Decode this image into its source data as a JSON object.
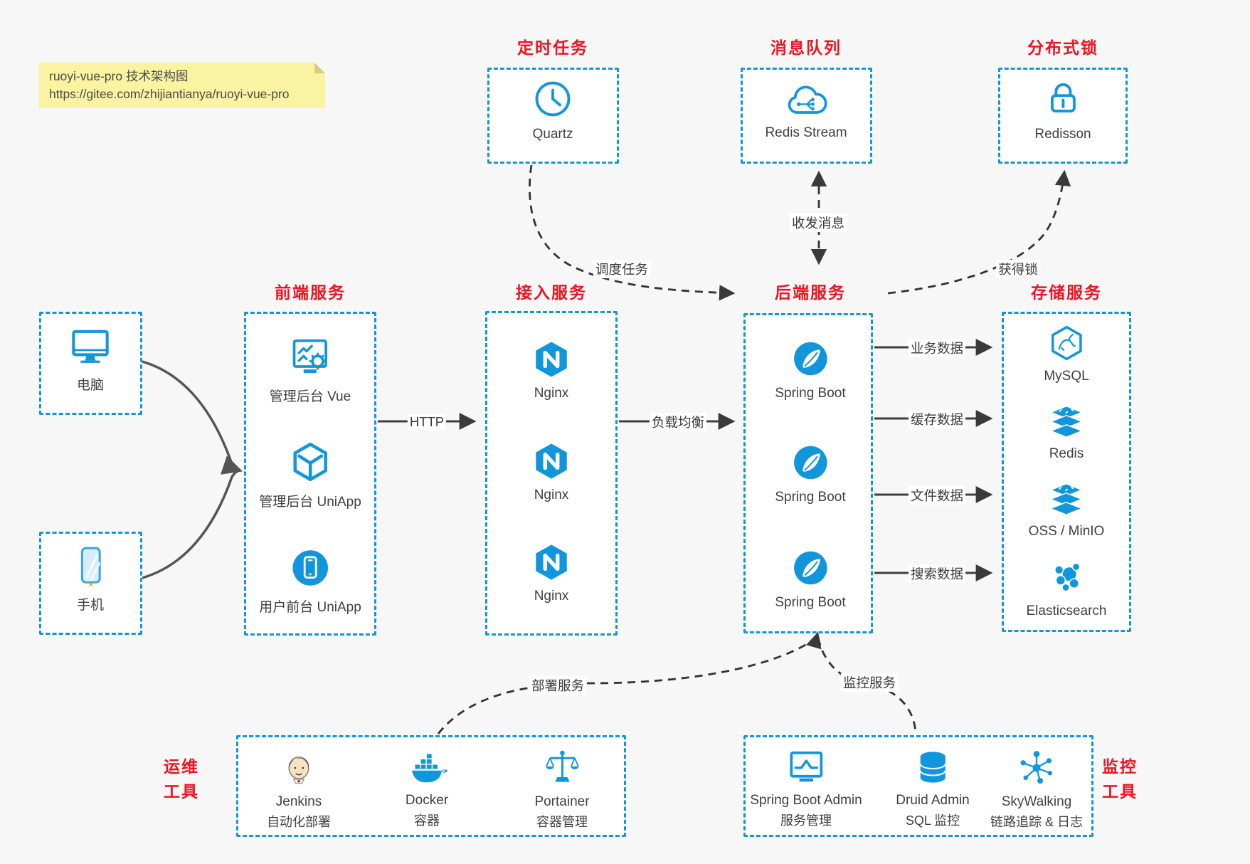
{
  "note": {
    "title": "ruoyi-vue-pro 技术架构图",
    "url": "https://gitee.com/zhijiantianya/ruoyi-vue-pro"
  },
  "colors": {
    "accent_blue": "#1296db",
    "title_red": "#ed1420",
    "arrow_dark": "#3a3a3a",
    "note_bg": "#faf3a2"
  },
  "groups": {
    "scheduled": {
      "title": "定时任务",
      "items": [
        {
          "label": "Quartz"
        }
      ]
    },
    "mq": {
      "title": "消息队列",
      "items": [
        {
          "label": "Redis Stream"
        }
      ]
    },
    "lock": {
      "title": "分布式锁",
      "items": [
        {
          "label": "Redisson"
        }
      ]
    },
    "clients": {
      "items": [
        {
          "label": "电脑"
        },
        {
          "label": "手机"
        }
      ]
    },
    "frontend": {
      "title": "前端服务",
      "items": [
        {
          "label": "管理后台 Vue"
        },
        {
          "label": "管理后台 UniApp"
        },
        {
          "label": "用户前台 UniApp"
        }
      ]
    },
    "gateway": {
      "title": "接入服务",
      "items": [
        "Nginx",
        "Nginx",
        "Nginx"
      ]
    },
    "backend": {
      "title": "后端服务",
      "items": [
        "Spring Boot",
        "Spring Boot",
        "Spring Boot"
      ]
    },
    "storage": {
      "title": "存储服务",
      "items": [
        "MySQL",
        "Redis",
        "OSS / MinIO",
        "Elasticsearch"
      ]
    },
    "ops": {
      "title_line1": "运维",
      "title_line2": "工具",
      "items": [
        {
          "label": "Jenkins",
          "sub": "自动化部署"
        },
        {
          "label": "Docker",
          "sub": "容器"
        },
        {
          "label": "Portainer",
          "sub": "容器管理"
        }
      ]
    },
    "monitor": {
      "title_line1": "监控",
      "title_line2": "工具",
      "items": [
        {
          "label": "Spring Boot Admin",
          "sub": "服务管理"
        },
        {
          "label": "Druid Admin",
          "sub": "SQL 监控"
        },
        {
          "label": "SkyWalking",
          "sub": "链路追踪 & 日志"
        }
      ]
    }
  },
  "edges": {
    "http": "HTTP",
    "lb": "负载均衡",
    "biz": "业务数据",
    "cache": "缓存数据",
    "file": "文件数据",
    "search": "搜索数据",
    "schedule": "调度任务",
    "msg": "收发消息",
    "getlock": "获得锁",
    "deploy": "部署服务",
    "monitor": "监控服务"
  }
}
